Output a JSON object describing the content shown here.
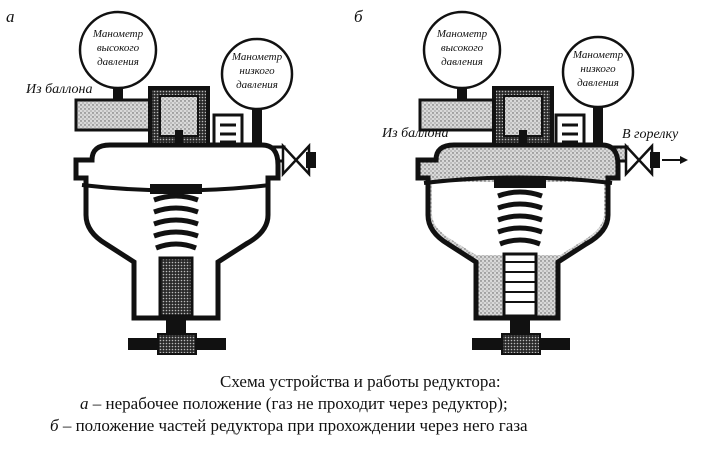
{
  "panel_a": {
    "letter": "а",
    "gauge_high": [
      "Манометр",
      "высокого",
      "давления"
    ],
    "gauge_low": [
      "Манометр",
      "низкого",
      "давления"
    ],
    "inlet_label": "Из баллона"
  },
  "panel_b": {
    "letter": "б",
    "gauge_high": [
      "Манометр",
      "высокого",
      "давления"
    ],
    "gauge_low": [
      "Манометр",
      "низкого",
      "давления"
    ],
    "inlet_label": "Из баллона",
    "outlet_label": "В горелку"
  },
  "caption": {
    "title": "Схема устройства и работы редуктора:",
    "line_a_letter": "а",
    "line_a_text": " – нерабочее положение (газ не проходит через редуктор);",
    "line_b_letter": "б",
    "line_b_text": " – положение частей редуктора при прохождении через него газа"
  }
}
